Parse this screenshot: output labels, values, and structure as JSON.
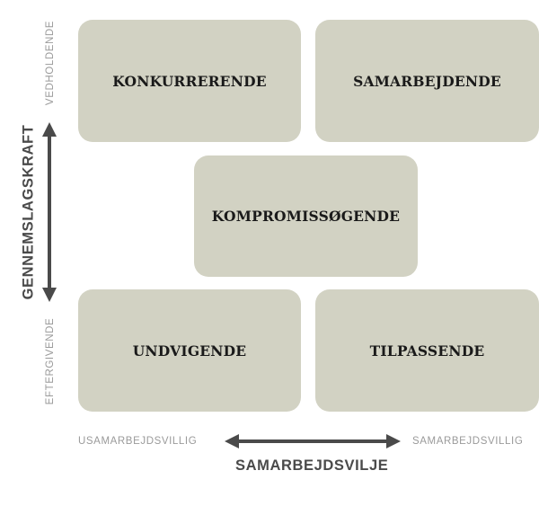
{
  "boxes": {
    "top_left": "KONKURRERENDE",
    "top_right": "SAMARBEJDENDE",
    "center": "KOMPROMISSØGENDE",
    "bottom_left": "UNDVIGENDE",
    "bottom_right": "TILPASSENDE"
  },
  "y_axis": {
    "title": "GENNEMSLAGSKRAFT",
    "high": "VEDHOLDENDE",
    "low": "EFTERGIVENDE"
  },
  "x_axis": {
    "title": "SAMARBEJDSVILJE",
    "low": "USAMARBEJDSVILLIG",
    "high": "SAMARBEJDSVILLIG"
  },
  "colors": {
    "box_fill": "#d2d2c3",
    "arrow": "#4a4a4a",
    "side_label": "#9a9a9a"
  }
}
